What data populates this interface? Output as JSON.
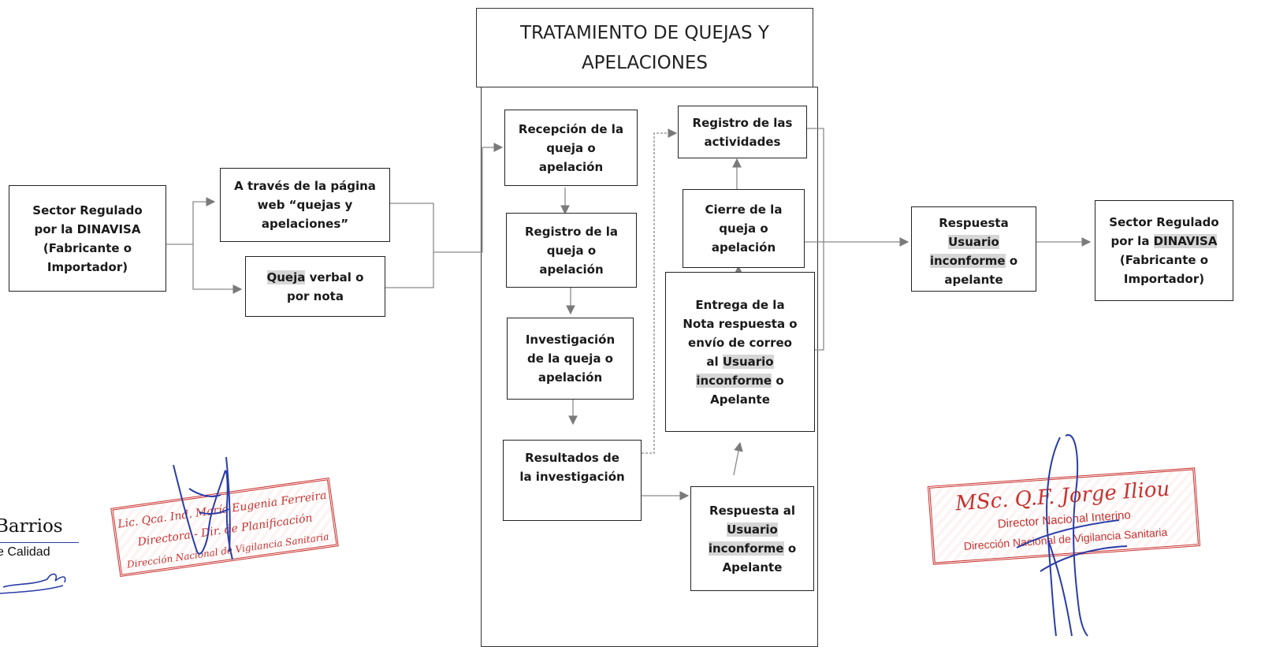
{
  "title": {
    "line1": "TRATAMIENTO DE QUEJAS Y",
    "line2": "APELACIONES"
  },
  "boxes": {
    "source": {
      "line1": "Sector Regulado",
      "line2": "por la DINAVISA",
      "line3": "(Fabricante o",
      "line4": "Importador)"
    },
    "web": {
      "line1": "A través de la página",
      "line2": "web “quejas y",
      "line3": "apelaciones”"
    },
    "verbal": {
      "hl": "Queja",
      "rest": " verbal o",
      "line2": "por nota"
    },
    "reception": {
      "line1": "Recepción de la",
      "line2": "queja o",
      "line3": "apelación"
    },
    "register": {
      "line1": "Registro de la",
      "line2": "queja o",
      "line3": "apelación"
    },
    "investigation": {
      "line1": "Investigación",
      "line2": "de la queja o",
      "line3": "apelación"
    },
    "results": {
      "line1": "Resultados de",
      "line2": "la investigación"
    },
    "reply": {
      "line1": "Respuesta al",
      "hl1": "Usuario",
      "hl2": "inconforme",
      "rest": " o",
      "line4": "Apelante"
    },
    "delivery": {
      "line1": "Entrega de la",
      "line2": "Nota respuesta o",
      "line3": "envío de correo",
      "pre": "al ",
      "hl1": "Usuario",
      "hl2": "inconforme",
      "rest": " o",
      "line6": "Apelante"
    },
    "closure": {
      "line1": "Cierre de la",
      "line2": "queja o",
      "line3": "apelación"
    },
    "activities": {
      "line1": "Registro de las",
      "line2": "actividades"
    },
    "response": {
      "line1": "Respuesta",
      "hl1": "Usuario",
      "hl2": "inconforme",
      "rest": " o",
      "line4": "apelante"
    },
    "target": {
      "line1": "Sector Regulado",
      "pre": "por la ",
      "hl": "DINAVISA",
      "line3": "(Fabricante o",
      "line4": "Importador)"
    }
  },
  "left_edge": {
    "name": "Barrios",
    "role": "e Calidad"
  },
  "stamp_left": {
    "line1": "Lic. Qca. Ind. María Eugenia Ferreira",
    "line2": "Directora - Dir. de Planificación",
    "line3": "Dirección Nacional de Vigilancia Sanitaria"
  },
  "stamp_right": {
    "line1": "MSc. Q.F. Jorge Iliou",
    "line2": "Director Nacional Interino",
    "line3": "Dirección Nacional de Vigilancia Sanitaria"
  },
  "colors": {
    "stamp": "#c8322f",
    "ink": "#2a3da8",
    "highlight": "#d6d6d6",
    "arrow": "#7a7a7a"
  }
}
